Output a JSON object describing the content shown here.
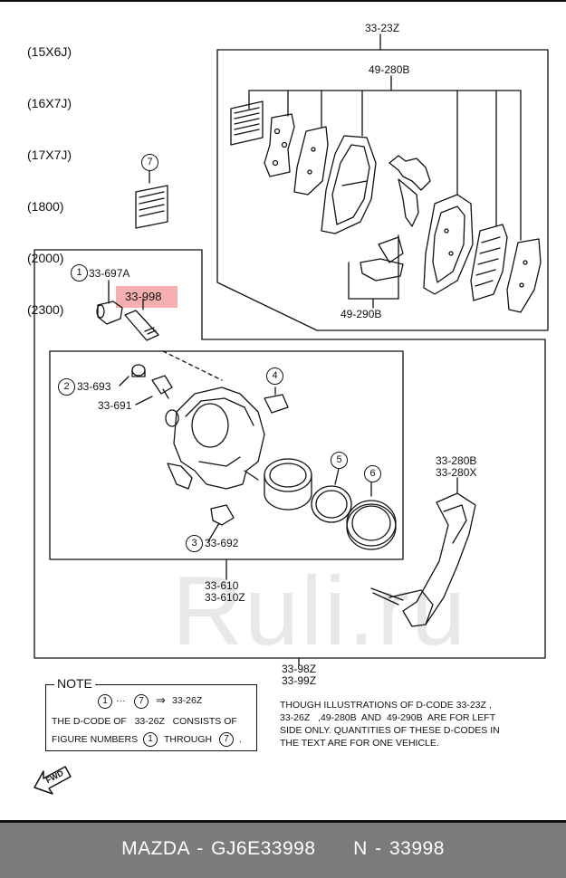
{
  "header_specs": [
    "(15X6J)",
    "(16X7J)",
    "(17X7J)",
    "(1800)",
    "(2000)",
    "(2300)"
  ],
  "labels": {
    "pad_kit": "33-23Z",
    "pads_left": "49-280B",
    "shims": "49-290B",
    "seal_kit": "33-697A",
    "highlighted_part": "33-998",
    "bleeder_cap": "33-693",
    "bleeder_screw": "33-691",
    "pin_boot": "33-692",
    "caliper": "33-610",
    "caliper_alt": "33-610Z",
    "bracket": "33-280B",
    "bracket_alt": "33-280X",
    "assembly": "33-98Z",
    "assembly_alt": "33-99Z"
  },
  "callout_numbers": [
    "1",
    "2",
    "3",
    "4",
    "5",
    "6",
    "7"
  ],
  "note": {
    "title": "NOTE",
    "line1_start": "1",
    "line1_dots": "···",
    "line1_end": "7",
    "line1_arrow": "⇒",
    "line1_code": "33-26Z",
    "line2": "THE D-CODE OF   33-26Z   CONSISTS OF",
    "line3_a": "FIGURE NUMBERS",
    "line3_n1": "1",
    "line3_b": "THROUGH",
    "line3_n2": "7",
    "line3_end": "."
  },
  "description": "THOUGH ILLUSTRATIONS OF D-CODE 33-23Z ,\n33-26Z   ,49-280B  AND  49-290B  ARE FOR LEFT\nSIDE ONLY. QUANTITIES OF THESE D-CODES IN\nTHE TEXT ARE FOR ONE VEHICLE.",
  "fwd_label": "FWD",
  "watermark": "Ruli.ru",
  "footer": "MAZDA - GJ6E33998     N - 33998",
  "colors": {
    "highlight": "#f4a1a1",
    "footer_bg": "#7b7b7b",
    "footer_text": "#ffffff"
  }
}
